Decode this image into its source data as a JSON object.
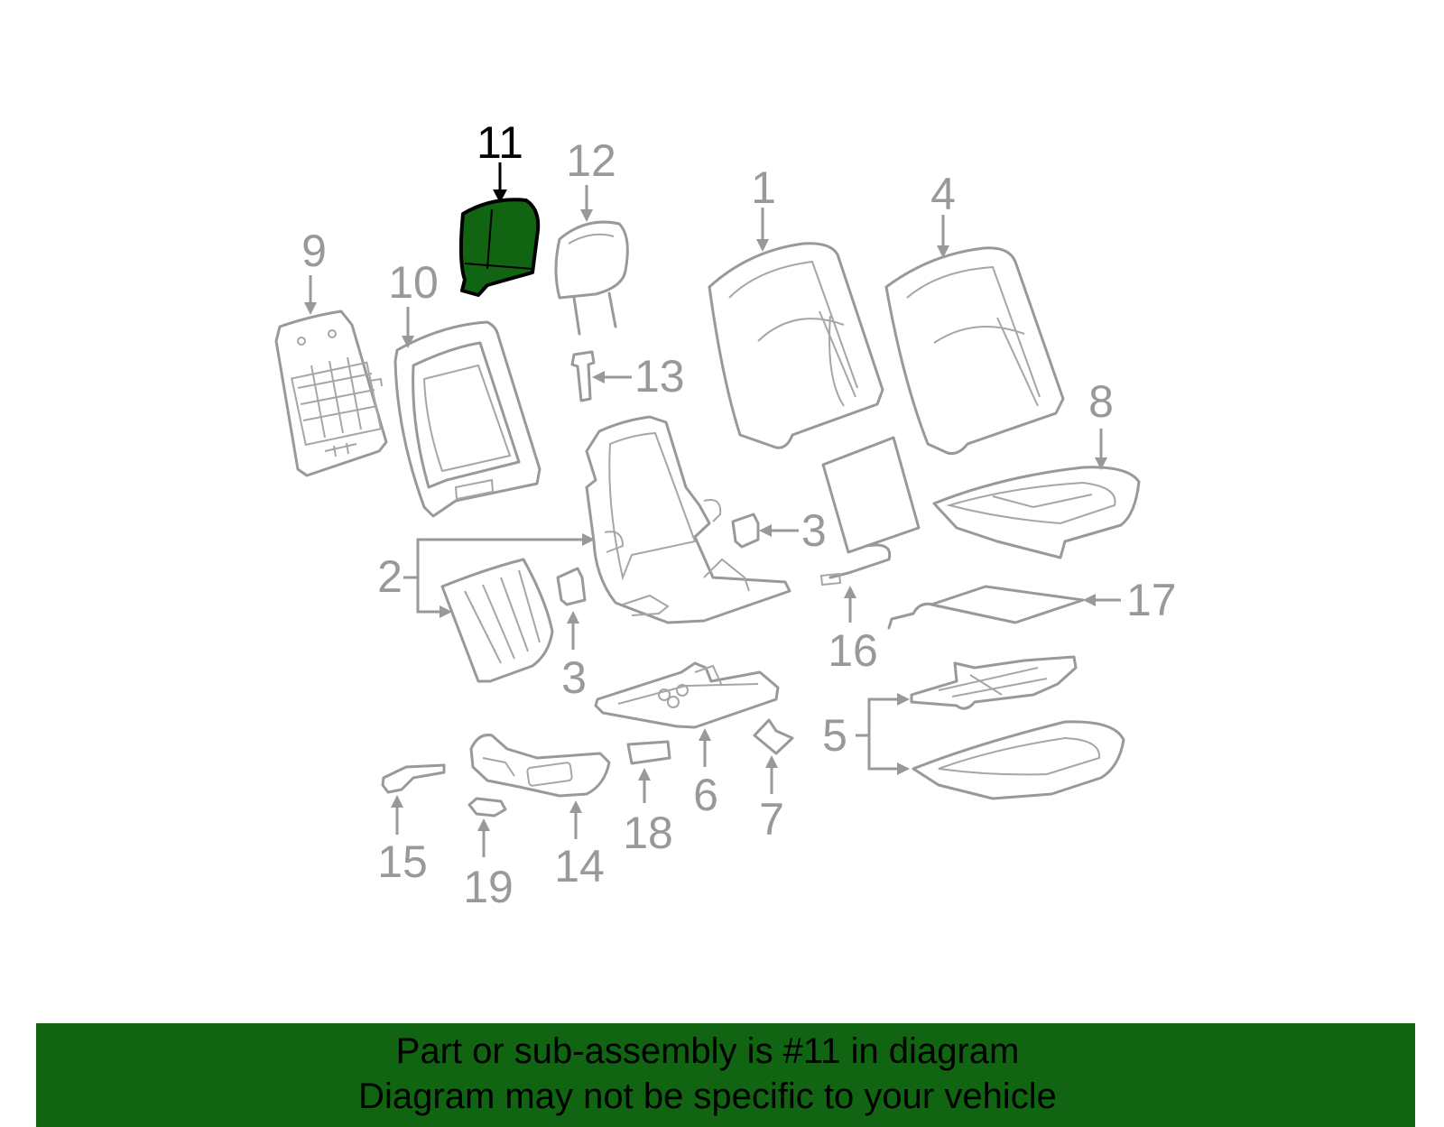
{
  "diagram": {
    "highlighted_part": "11",
    "highlight_color": "#116411",
    "line_color": "#999999",
    "labels": {
      "p1": "1",
      "p2": "2",
      "p3a": "3",
      "p3b": "3",
      "p4": "4",
      "p5": "5",
      "p6": "6",
      "p7": "7",
      "p8": "8",
      "p9": "9",
      "p10": "10",
      "p11": "11",
      "p12": "12",
      "p13": "13",
      "p14": "14",
      "p15": "15",
      "p16": "16",
      "p17": "17",
      "p18": "18",
      "p19": "19"
    }
  },
  "banner": {
    "line1": "Part or sub-assembly is #11 in diagram",
    "line2": "Diagram may not be specific to your vehicle",
    "background": "#116411"
  }
}
